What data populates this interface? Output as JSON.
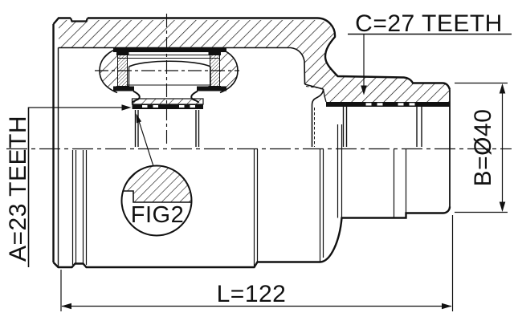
{
  "figure": {
    "type": "cv-joint-inner-cross-section-technical-drawing",
    "background": "#ffffff",
    "line_color": "#111111",
    "labels": {
      "teeth_a": "A=23 TEETH",
      "teeth_c": "C=27 TEETH",
      "diameter_b": "B=Ø40",
      "length_l": "L=122",
      "detail_ref": "FIG2"
    },
    "dimensions": {
      "inner_spline_teeth_a": 23,
      "shaft_spline_teeth_c": 27,
      "shaft_diameter_b_mm": 40,
      "overall_length_l_mm": 122
    }
  }
}
